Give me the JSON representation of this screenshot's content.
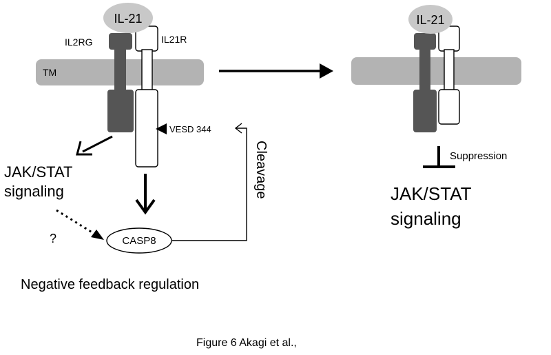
{
  "left_panel": {
    "ligand": "IL-21",
    "receptor_gamma": "IL2RG",
    "receptor_alpha": "IL21R",
    "membrane": "TM",
    "cleavage_site": "VESD 344",
    "cleavage_label": "Cleavage",
    "downstream_line1": "JAK/STAT",
    "downstream_line2": "signaling",
    "unknown_mark": "?",
    "protease": "CASP8",
    "caption": "Negative feedback regulation"
  },
  "right_panel": {
    "ligand": "IL-21",
    "inhibition_label": "Suppression",
    "downstream_line1": "JAK/STAT",
    "downstream_line2": "signaling"
  },
  "figure_caption": "Figure 6  Akagi et al.,",
  "colors": {
    "membrane": "#b3b3b3",
    "ligand": "#c8c8c8",
    "il2rg": "#555555",
    "outline": "#000000"
  }
}
